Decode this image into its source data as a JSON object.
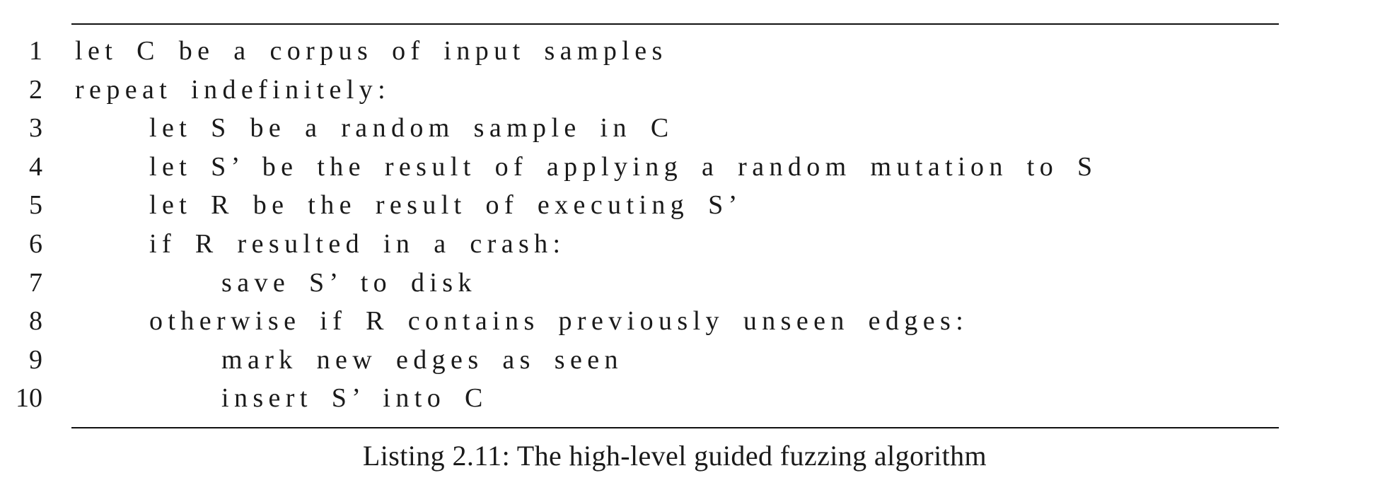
{
  "listing": {
    "lines": [
      {
        "number": "1",
        "text": "let C be a corpus of input samples",
        "indent": 0
      },
      {
        "number": "2",
        "text": "repeat indefinitely:",
        "indent": 0
      },
      {
        "number": "3",
        "text": "let S be a random sample in C",
        "indent": 1
      },
      {
        "number": "4",
        "text": "let S’ be the result of applying a random mutation to S",
        "indent": 1
      },
      {
        "number": "5",
        "text": "let R be the result of executing S’",
        "indent": 1
      },
      {
        "number": "6",
        "text": "if R resulted in a crash:",
        "indent": 1
      },
      {
        "number": "7",
        "text": "save S’ to disk",
        "indent": 2
      },
      {
        "number": "8",
        "text": "otherwise if R contains previously unseen edges:",
        "indent": 1
      },
      {
        "number": "9",
        "text": "mark new edges as seen",
        "indent": 2
      },
      {
        "number": "10",
        "text": "insert S’ into C",
        "indent": 2
      }
    ],
    "caption": "Listing 2.11: The high-level guided fuzzing algorithm"
  }
}
